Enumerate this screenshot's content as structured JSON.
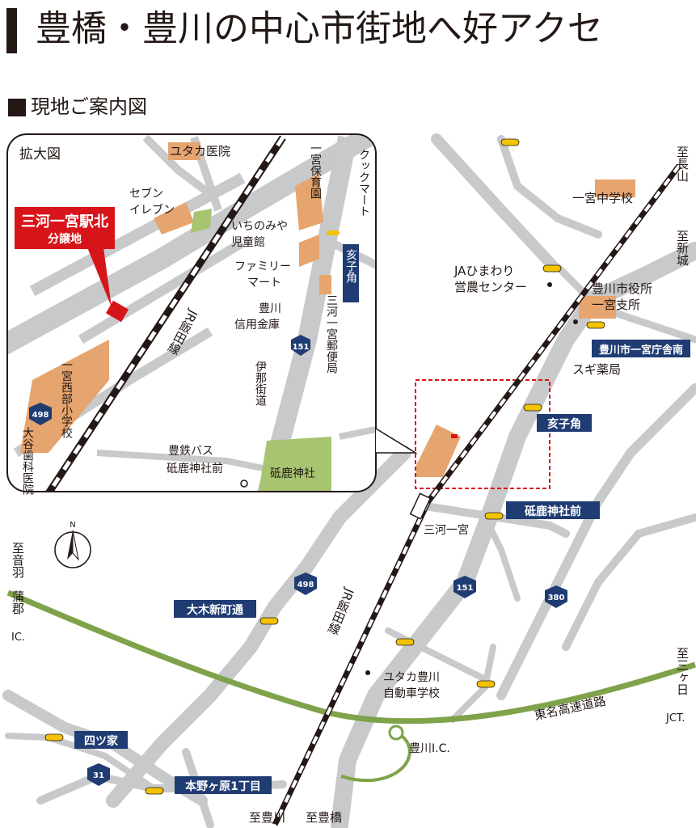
{
  "header": {
    "title": "豊橋・豊川の中心市街地へ好アクセ"
  },
  "section": {
    "title": "現地ご案内図"
  },
  "inset": {
    "label": "拡大図",
    "property_name": "三河一宮駅北",
    "property_sub": "分譲地",
    "places": {
      "yutaka_clinic": "ユタカ医院",
      "seven_eleven_1": "セブン",
      "seven_eleven_2": "イレブン",
      "nursery": "一宮保育園",
      "cook_mart": "クックマート",
      "ichinomiya_1": "いちのみや",
      "ichinomiya_2": "児童館",
      "familymart_1": "ファミリー",
      "familymart_2": "マート",
      "toyokawa_bank_1": "豊川",
      "toyokawa_bank_2": "信用金庫",
      "post_office": "三河一宮郵便局",
      "school": "一宮西部小学校",
      "dental": "大谷歯科医院",
      "inabu_road": "伊那街道",
      "bus_stop_1": "豊鉄バス",
      "bus_stop_2": "砥鹿神社前",
      "shrine": "砥鹿神社",
      "rail": "JR飯田線",
      "route_151": "151",
      "route_498": "498"
    },
    "signals": {
      "gaiko": "亥子角"
    }
  },
  "main_map": {
    "places": {
      "ichinomiya_jhs": "一宮中学校",
      "ja_1": "JAひまわり",
      "ja_2": "営農センター",
      "cityhall_1": "豊川市役所",
      "cityhall_2": "一宮支所",
      "sugi": "スギ薬局",
      "station": "三河一宮",
      "rail": "JR飯田線",
      "school_1": "ユタカ豊川",
      "school_2": "自動車学校",
      "expressway": "東名高速道路",
      "ic": "豊川I.C.",
      "north": "N"
    },
    "signals": {
      "cityhall_signal": "豊川市一宮庁舎南",
      "gaiko": "亥子角",
      "shrine": "砥鹿神社前",
      "omoki": "大木新町通",
      "yotsuya": "四ツ家",
      "honnogahara": "本野ヶ原1丁目"
    },
    "routes": {
      "r151": "151",
      "r380": "380",
      "r498": "498",
      "r31": "31"
    },
    "directions": {
      "nagayama": "至長山",
      "shinshiro": "至新城",
      "otowa_1": "至音羽",
      "otowa_2": "蒲郡",
      "otowa_3": "IC.",
      "mikkabi_1": "至三ヶ日",
      "mikkabi_2": "JCT.",
      "toyokawa": "至豊川",
      "toyohashi": "至豊橋"
    }
  },
  "colors": {
    "road": "#c8c9ca",
    "land": "#e6a46e",
    "park": "#a7c470",
    "expressway": "#7fa24a",
    "signal_badge": "#1f3c73",
    "property_red": "#d7141a",
    "frame": "#231815"
  }
}
